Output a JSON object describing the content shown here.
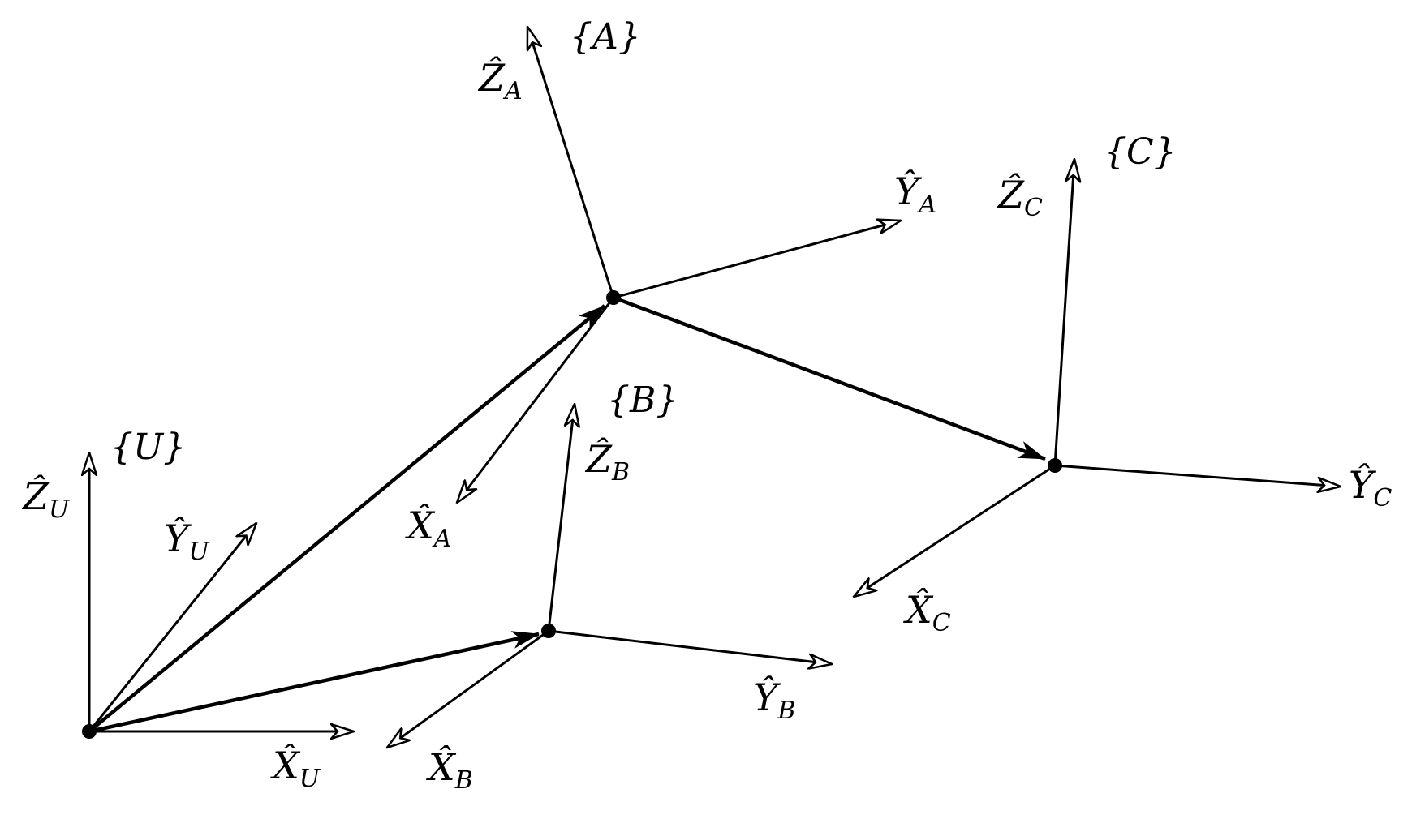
{
  "diagram": {
    "frames": [
      {
        "id": "U",
        "label": "{U}",
        "axes": [
          {
            "id": "ZU",
            "symbol": "Ẑ",
            "subscript": "U"
          },
          {
            "id": "YU",
            "symbol": "Ŷ",
            "subscript": "U"
          },
          {
            "id": "XU",
            "symbol": "X̂",
            "subscript": "U"
          }
        ]
      },
      {
        "id": "A",
        "label": "{A}",
        "axes": [
          {
            "id": "ZA",
            "symbol": "Ẑ",
            "subscript": "A"
          },
          {
            "id": "YA",
            "symbol": "Ŷ",
            "subscript": "A"
          },
          {
            "id": "XA",
            "symbol": "X̂",
            "subscript": "A"
          }
        ]
      },
      {
        "id": "B",
        "label": "{B}",
        "axes": [
          {
            "id": "ZB",
            "symbol": "Ẑ",
            "subscript": "B"
          },
          {
            "id": "YB",
            "symbol": "Ŷ",
            "subscript": "B"
          },
          {
            "id": "XB",
            "symbol": "X̂",
            "subscript": "B"
          }
        ]
      },
      {
        "id": "C",
        "label": "{C}",
        "axes": [
          {
            "id": "ZC",
            "symbol": "Ẑ",
            "subscript": "C"
          },
          {
            "id": "YC",
            "symbol": "Ŷ",
            "subscript": "C"
          },
          {
            "id": "XC",
            "symbol": "X̂",
            "subscript": "C"
          }
        ]
      }
    ],
    "vectors": [
      {
        "id": "U-to-A",
        "from": "U",
        "to": "A"
      },
      {
        "id": "U-to-B",
        "from": "U",
        "to": "B"
      },
      {
        "id": "A-to-C",
        "from": "A",
        "to": "C"
      }
    ],
    "colors": {
      "ink": "#000000",
      "background": "#ffffff"
    }
  }
}
